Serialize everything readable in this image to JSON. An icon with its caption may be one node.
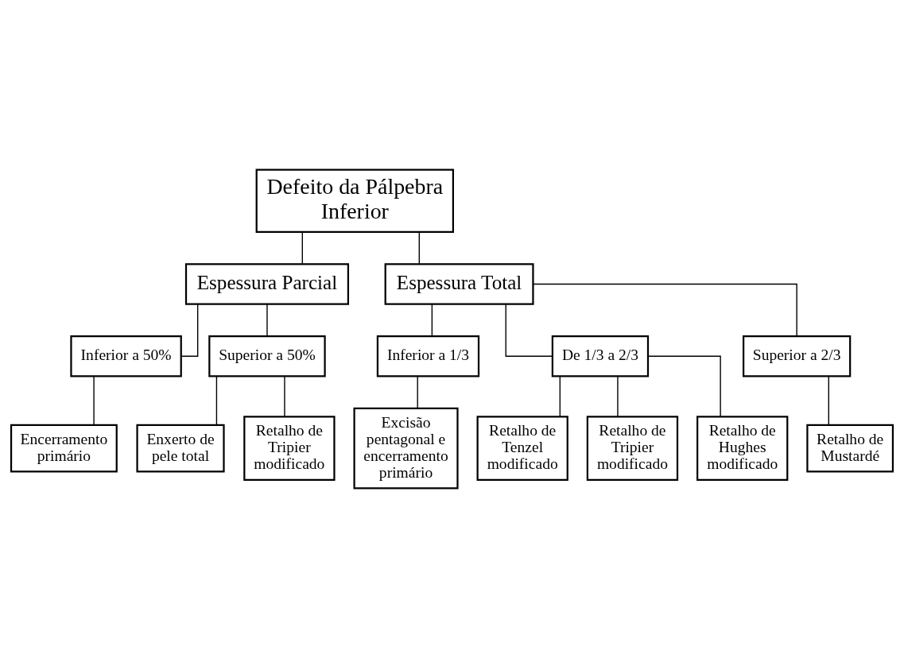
{
  "diagram": {
    "nodes": [
      {
        "text": [
          "Defeito da Pálpebra Inferior"
        ]
      },
      {
        "text": [
          "Espessura Parcial"
        ]
      },
      {
        "text": [
          "Espessura Total"
        ]
      },
      {
        "text": [
          "Inferior a 50%"
        ]
      },
      {
        "text": [
          "Superior a 50%"
        ]
      },
      {
        "text": [
          "Inferior a 1/3"
        ]
      },
      {
        "text": [
          "De 1/3 a 2/3"
        ]
      },
      {
        "text": [
          "Superior a 2/3"
        ]
      },
      {
        "text": [
          "Encerramento primário"
        ]
      },
      {
        "text": [
          "Enxerto de pele total"
        ]
      },
      {
        "text": [
          "Retalho de Tripier modificado"
        ]
      },
      {
        "text": [
          "Excisão pentagonal e encerramento primário"
        ]
      },
      {
        "text": [
          "Retalho de Tenzel modificado"
        ]
      },
      {
        "text": [
          "Retalho de Tripier modificado"
        ]
      },
      {
        "text": [
          "Retalho de Hughes modificado"
        ]
      },
      {
        "text": [
          "Retalho de Mustardé"
        ]
      }
    ],
    "edges": [
      {
        "from": 0,
        "to": 1,
        "arrow": "none"
      },
      {
        "from": 0,
        "to": 2,
        "arrow": "none"
      },
      {
        "from": 1,
        "to": 3,
        "arrow": "none"
      },
      {
        "from": 1,
        "to": 4,
        "arrow": "none"
      },
      {
        "from": 2,
        "to": 5,
        "arrow": "none"
      },
      {
        "from": 2,
        "to": 6,
        "arrow": "none"
      },
      {
        "from": 2,
        "to": 7,
        "arrow": "none"
      },
      {
        "from": 3,
        "to": 8,
        "arrow": "none"
      },
      {
        "from": 4,
        "to": 9,
        "arrow": "none"
      },
      {
        "from": 4,
        "to": 10,
        "arrow": "none"
      },
      {
        "from": 5,
        "to": 11,
        "arrow": "none"
      },
      {
        "from": 6,
        "to": 12,
        "arrow": "none"
      },
      {
        "from": 6,
        "to": 13,
        "arrow": "none"
      },
      {
        "from": 6,
        "to": 14,
        "arrow": "none"
      },
      {
        "from": 7,
        "to": 15,
        "arrow": "none"
      }
    ]
  }
}
